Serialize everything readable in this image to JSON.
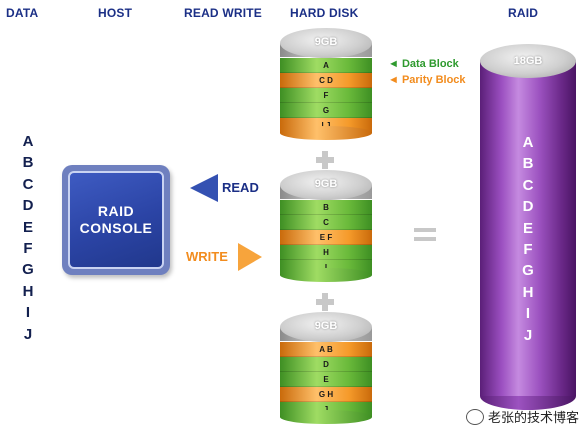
{
  "headers": {
    "data": "DATA",
    "host": "HOST",
    "read_write": "READ WRITE",
    "hard_disk": "HARD DISK",
    "raid": "RAID"
  },
  "data_letters": [
    "A",
    "B",
    "C",
    "D",
    "E",
    "F",
    "G",
    "H",
    "I",
    "J"
  ],
  "console": {
    "line1": "RAID",
    "line2": "CONSOLE"
  },
  "read_label": "READ",
  "write_label": "WRITE",
  "legend": {
    "data_block": "◄ Data Block",
    "parity_block": "◄ Parity Block"
  },
  "colors": {
    "data_block": "#7ccf48",
    "parity_block": "#f59a2a",
    "raid_cylinder": "#9c52c0",
    "header_text": "#1b2f86"
  },
  "disks": [
    {
      "capacity": "9GB",
      "bands": [
        {
          "label": "A",
          "type": "data"
        },
        {
          "label": "C D",
          "type": "parity"
        },
        {
          "label": "F",
          "type": "data"
        },
        {
          "label": "G",
          "type": "data"
        },
        {
          "label": "I J",
          "type": "parity"
        }
      ]
    },
    {
      "capacity": "9GB",
      "bands": [
        {
          "label": "B",
          "type": "data"
        },
        {
          "label": "C",
          "type": "data"
        },
        {
          "label": "E F",
          "type": "parity"
        },
        {
          "label": "H",
          "type": "data"
        },
        {
          "label": "I",
          "type": "data"
        }
      ]
    },
    {
      "capacity": "9GB",
      "bands": [
        {
          "label": "A B",
          "type": "parity"
        },
        {
          "label": "D",
          "type": "data"
        },
        {
          "label": "E",
          "type": "data"
        },
        {
          "label": "G H",
          "type": "parity"
        },
        {
          "label": "J",
          "type": "data"
        }
      ]
    }
  ],
  "raid": {
    "capacity": "18GB",
    "letters": [
      "A",
      "B",
      "C",
      "D",
      "E",
      "F",
      "G",
      "H",
      "I",
      "J"
    ]
  },
  "watermark": "老张的技术博客"
}
